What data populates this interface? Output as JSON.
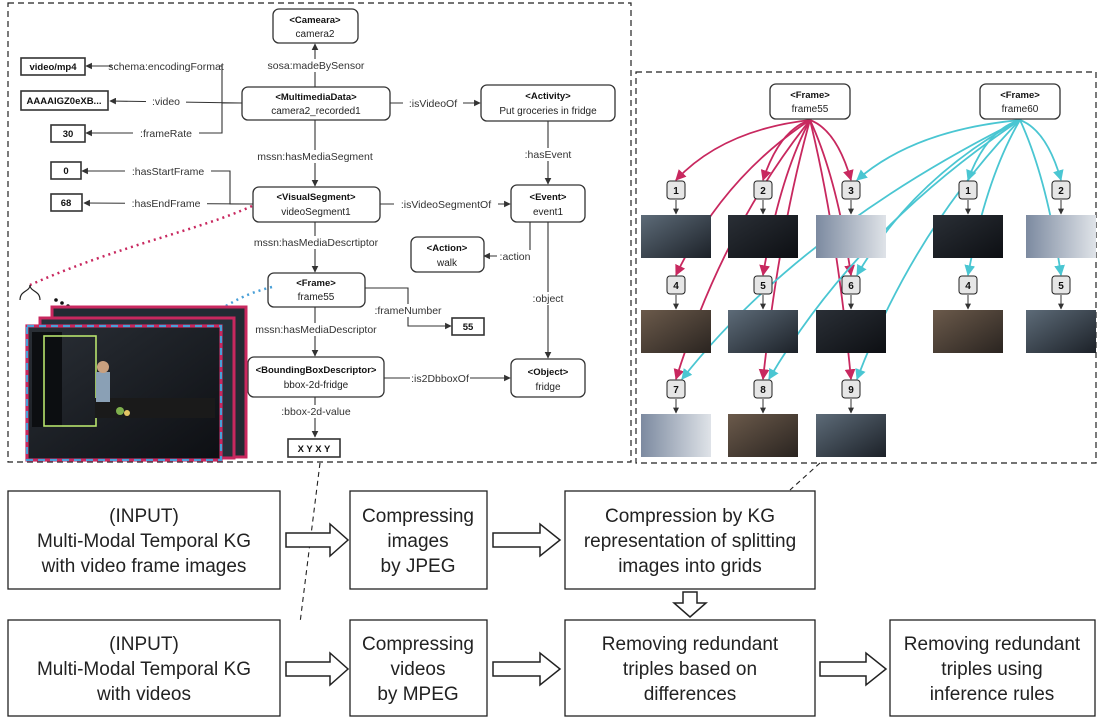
{
  "nodes": {
    "camera": {
      "type": "<Cameara>",
      "name": "camera2"
    },
    "mmd": {
      "type": "<MultimediaData>",
      "name": "camera2_recorded1"
    },
    "activity": {
      "type": "<Activity>",
      "name": "Put groceries in fridge"
    },
    "vseg": {
      "type": "<VisualSegment>",
      "name": "videoSegment1"
    },
    "event": {
      "type": "<Event>",
      "name": "event1"
    },
    "action": {
      "type": "<Action>",
      "name": "walk"
    },
    "frame": {
      "type": "<Frame>",
      "name": "frame55"
    },
    "bbox": {
      "type": "<BoundingBoxDescriptor>",
      "name": "bbox-2d-fridge"
    },
    "object": {
      "type": "<Object>",
      "name": "fridge"
    }
  },
  "literals": {
    "format": "video/mp4",
    "video": "AAAAIGZ0eXB...",
    "framerate": "30",
    "start": "0",
    "end": "68",
    "framenumber": "55",
    "bboxvalue": "X Y X Y"
  },
  "edges": {
    "madeBySensor": "sosa:madeBySensor",
    "encodingFormat": "schema:encodingFormat",
    "video": ":video",
    "frameRate": ":frameRate",
    "isVideoOf": ":isVideoOf",
    "hasEvent": ":hasEvent",
    "hasMediaSegment": "mssn:hasMediaSegment",
    "hasStartFrame": ":hasStartFrame",
    "hasEndFrame": ":hasEndFrame",
    "isVideoSegmentOf": ":isVideoSegmentOf",
    "action": ":action",
    "hasMediaDescrtiptor": "mssn:hasMediaDescrtiptor",
    "frameNumber": ":frameNumber",
    "object": ":object",
    "hasMediaDescriptor": "mssn:hasMediaDescriptor",
    "is2DbboxOf": ":is2DbboxOf",
    "bboxValue": ":bbox-2d-value"
  },
  "grid_panel": {
    "frame55": {
      "type": "<Frame>",
      "name": "frame55"
    },
    "frame60": {
      "type": "<Frame>",
      "name": "frame60"
    },
    "left_cells": [
      "1",
      "2",
      "3",
      "4",
      "5",
      "6",
      "7",
      "8",
      "9"
    ],
    "right_cells": [
      "1",
      "2",
      "4",
      "5"
    ],
    "colors": {
      "frame55_edges": "#c8285f",
      "frame60_edges": "#4ac6d2"
    }
  },
  "pipeline": {
    "input_images": [
      "(INPUT)",
      "Multi-Modal Temporal KG",
      "with video frame images"
    ],
    "jpeg": [
      "Compressing",
      "images",
      "by JPEG"
    ],
    "grid": [
      "Compression by KG",
      "representation of splitting",
      "images into grids"
    ],
    "input_videos": [
      "(INPUT)",
      "Multi-Modal Temporal KG",
      "with videos"
    ],
    "mpeg": [
      "Compressing",
      "videos",
      "by MPEG"
    ],
    "diff": [
      "Removing redundant",
      "triples based on",
      "differences"
    ],
    "rules": [
      "Removing redundant",
      "triples using",
      "inference rules"
    ]
  }
}
